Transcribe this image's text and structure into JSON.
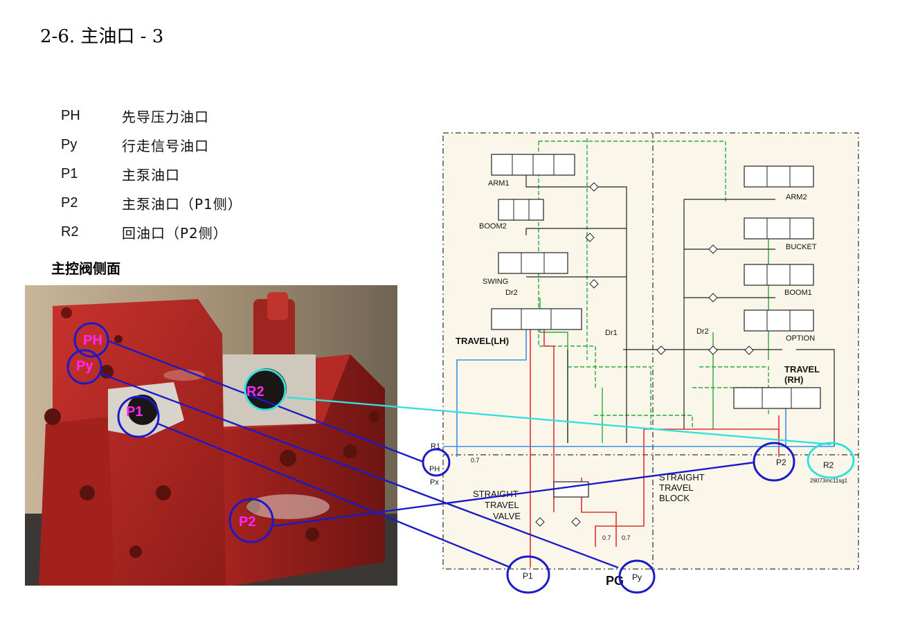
{
  "page": {
    "title": "2-6. 主油口 - 3"
  },
  "legend": [
    {
      "code": "PH",
      "desc": "先导压力油口"
    },
    {
      "code": "Py",
      "desc": "行走信号油口"
    },
    {
      "code": "P1",
      "desc": "主泵油口"
    },
    {
      "code": "P2",
      "desc": "主泵油口（P1侧）"
    },
    {
      "code": "R2",
      "desc": "回油口（P2侧）"
    }
  ],
  "photo": {
    "caption": "主控阀侧面",
    "labels": {
      "ph": "PH",
      "py": "Py",
      "p1": "P1",
      "r2": "R2",
      "p2": "P2"
    }
  },
  "schematic": {
    "sections": {
      "arm1": "ARM1",
      "boom2": "BOOM2",
      "swing": "SWING",
      "travel_lh": "TRAVEL(LH)",
      "arm2": "ARM2",
      "bucket": "BUCKET",
      "boom1": "BOOM1",
      "option": "OPTION",
      "travel_rh_1": "TRAVEL",
      "travel_rh_2": "(RH)"
    },
    "drains": {
      "dr2_top": "Dr2",
      "dr1": "Dr1",
      "dr2_mid": "Dr2"
    },
    "ports": {
      "r1": "R1",
      "ph": "PH",
      "px": "Px",
      "p1": "P1",
      "py": "Py",
      "p2": "P2",
      "r2": "R2",
      "pg": "PG"
    },
    "orifices": {
      "o1": "0.7",
      "o2": "0.7",
      "o3": "0.7"
    },
    "valve_lines": [
      "STRAIGHT",
      "TRAVEL",
      "VALVE"
    ],
    "block_lines": [
      "STRAIGHT",
      "TRAVEL",
      "BLOCK"
    ],
    "drawing_no": "29073mc11sg1"
  },
  "colors": {
    "circle": "#1a1ac8",
    "r2_circle": "#33e0e0",
    "photo_label": "#ff28ff",
    "red_line": "#e03030",
    "green_line": "#2aa83a",
    "blue_line": "#3a8ee0",
    "panel_bg": "#faf6ea"
  }
}
